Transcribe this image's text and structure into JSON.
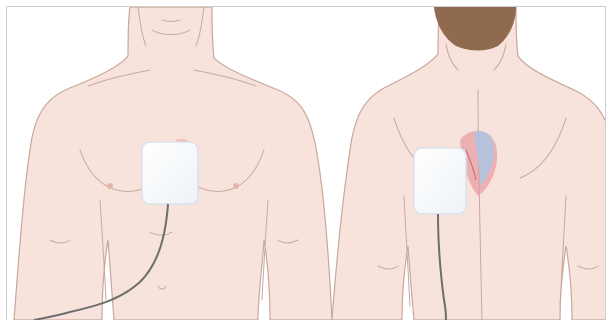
{
  "figure": {
    "views": [
      {
        "id": "front",
        "view": "front"
      },
      {
        "id": "back",
        "view": "back"
      }
    ]
  },
  "colors": {
    "skin": "#f7e3dc",
    "skin_line": "#c9a79c",
    "hair": "#8f6a4f",
    "pad_fill": "#f7fafc",
    "pad_edge": "#d9e2ea",
    "cable": "#6e6e6e",
    "heart_red": "#e79a9f",
    "heart_blue": "#a9c7e6",
    "frame": "#cfcfcf"
  }
}
